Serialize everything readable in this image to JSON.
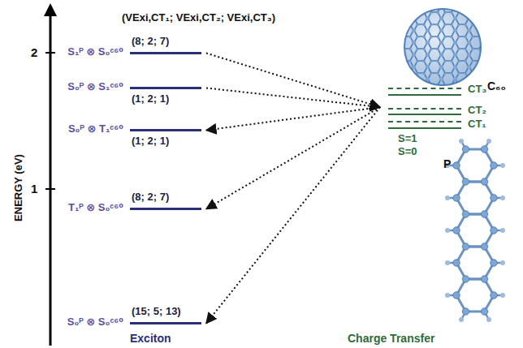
{
  "diagram": {
    "nodes": [
      {
        "text": [
          "S₁ᴾ ⊗ S₀ᶜ⁶⁰",
          "(8; 2; 7)"
        ]
      },
      {
        "text": [
          "S₀ᴾ ⊗ S₁ᶜ⁶⁰",
          "(1; 2; 1)"
        ]
      },
      {
        "text": [
          "S₀ᴾ ⊗ T₁ᶜ⁶⁰",
          "(1; 2; 1)"
        ]
      },
      {
        "text": [
          "T₁ᴾ ⊗ S₀ᶜ⁶⁰",
          "(8; 2; 7)"
        ]
      },
      {
        "text": [
          "S₀ᴾ ⊗ S₀ᶜ⁶⁰",
          "(15; 5; 13)"
        ]
      },
      {
        "text": [
          "CT₃",
          "CT₂",
          "CT₁",
          "S=1",
          "S=0"
        ]
      }
    ],
    "edges": [
      {
        "from": 0,
        "to": 5,
        "arrow": "to"
      },
      {
        "from": 1,
        "to": 5,
        "arrow": "to"
      },
      {
        "from": 5,
        "to": 2,
        "arrow": "to"
      },
      {
        "from": 5,
        "to": 3,
        "arrow": "to"
      },
      {
        "from": 5,
        "to": 4,
        "arrow": "to"
      }
    ],
    "labels": [
      "(VExi,CT₁; VExi,CT₂; VExi,CT₃)",
      "ENERGY (eV)",
      "2",
      "1",
      "Exciton",
      "Charge Transfer",
      "C₆₀",
      "P"
    ]
  }
}
